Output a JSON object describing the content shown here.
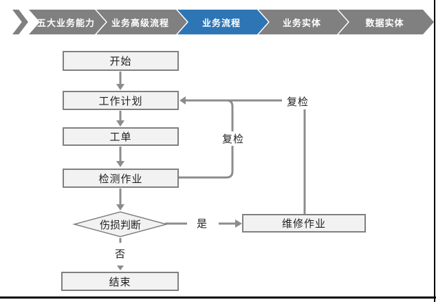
{
  "nav": {
    "tabs": [
      {
        "label": "五大业务能力",
        "active": false
      },
      {
        "label": "业务高级流程",
        "active": false
      },
      {
        "label": "业务流程",
        "active": true
      },
      {
        "label": "业务实体",
        "active": false
      },
      {
        "label": "数据实体",
        "active": false
      }
    ],
    "active_color": "#2E75B6",
    "inactive_color": "#808080"
  },
  "flowchart": {
    "nodes": {
      "start": "开始",
      "work_plan": "工作计划",
      "work_order": "工单",
      "inspection": "检测作业",
      "damage_decision": "伤损判断",
      "repair": "维修作业",
      "end": "结束"
    },
    "edges": [
      {
        "from": "start",
        "to": "work_plan",
        "label": ""
      },
      {
        "from": "work_plan",
        "to": "work_order",
        "label": ""
      },
      {
        "from": "work_order",
        "to": "inspection",
        "label": ""
      },
      {
        "from": "inspection",
        "to": "damage_decision",
        "label": ""
      },
      {
        "from": "damage_decision",
        "to": "repair",
        "label": "是"
      },
      {
        "from": "damage_decision",
        "to": "end",
        "label": "否"
      },
      {
        "from": "inspection",
        "to": "work_plan",
        "label": "复检"
      },
      {
        "from": "repair",
        "to": "work_plan",
        "label": "复检"
      }
    ],
    "colors": {
      "node_fill": "#F2F2F2",
      "node_border": "#7F7F7F",
      "connector": "#8C8C8C"
    }
  }
}
